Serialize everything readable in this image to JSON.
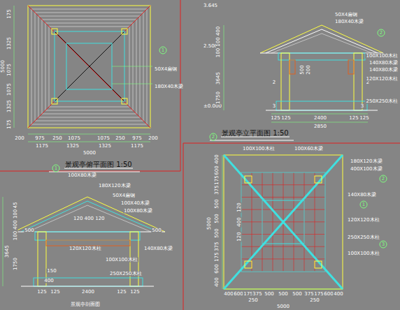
{
  "diagram": {
    "labels": [
      "175",
      "1325",
      "1075",
      "1075",
      "1325",
      "175",
      "5000",
      "200",
      "975",
      "250",
      "1075",
      "1075",
      "250",
      "975",
      "200",
      "1175",
      "1325",
      "1325",
      "1175",
      "5000",
      "1",
      "50X4扁钢",
      "180X40木梁",
      "1",
      "景观亭俯平面图 1:50",
      "3.645",
      "2.500",
      "±0.000",
      "100 100 400",
      "3645",
      "1750",
      "500",
      "200",
      "2",
      "2",
      "3",
      "3",
      "2",
      "125",
      "125",
      "2400",
      "125",
      "125",
      "2850",
      "50X4扁钢",
      "180X40木梁",
      "100X100木柱",
      "140X80木梁",
      "140X80木梁",
      "120X120木柱",
      "250X250木柱",
      "2",
      "景观亭立平面图 1:50",
      "100X80木梁",
      "180X120木梁",
      "50X4扁钢",
      "100X40木梁",
      "100X80木梁",
      "120 400 120",
      "120X120木柱",
      "140X80木梁",
      "100X100木柱",
      "250X250木柱",
      "445",
      "100 400 100",
      "3645",
      "1750",
      "500",
      "500",
      "150",
      "400",
      "125",
      "125",
      "2400",
      "125",
      "125",
      "景观亭剖面图",
      "400",
      "600",
      "175",
      "375",
      "500",
      "500",
      "500",
      "375",
      "175",
      "600",
      "400",
      "5000",
      "120",
      "400",
      "120",
      "400",
      "600",
      "175",
      "375",
      "500",
      "500",
      "500",
      "375",
      "175",
      "600",
      "400",
      "250",
      "250",
      "5000",
      "100X100木柱",
      "100X60木梁",
      "180X120木梁",
      "400X100木梁",
      "2",
      "140X80木梁",
      "1",
      "120X120木柱",
      "250X250木柱",
      "3",
      "100X100木柱"
    ]
  }
}
